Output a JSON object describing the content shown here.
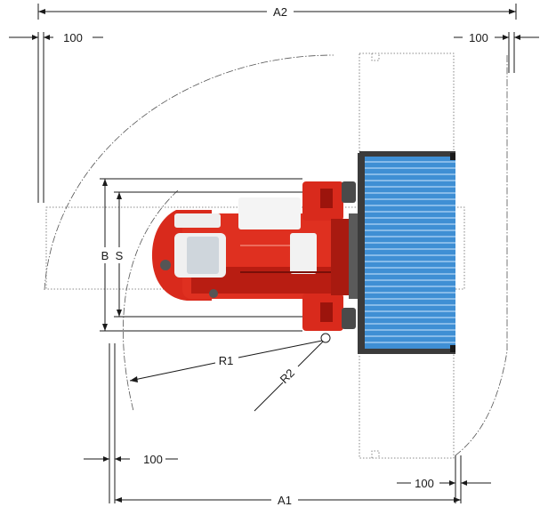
{
  "labels": {
    "a1": "A1",
    "a2": "A2",
    "b": "B",
    "s": "S",
    "r1": "R1",
    "r2": "R2",
    "clearance_top_left": "100",
    "clearance_top_right": "100",
    "clearance_bottom_left": "100",
    "clearance_bottom_right": "100"
  },
  "colors": {
    "vehicle_body": "#d92a1c",
    "vehicle_dark": "#9c140c",
    "container": "#3f8fd4",
    "container_stripe": "#9fcaf0",
    "line": "#1a1a1a"
  }
}
